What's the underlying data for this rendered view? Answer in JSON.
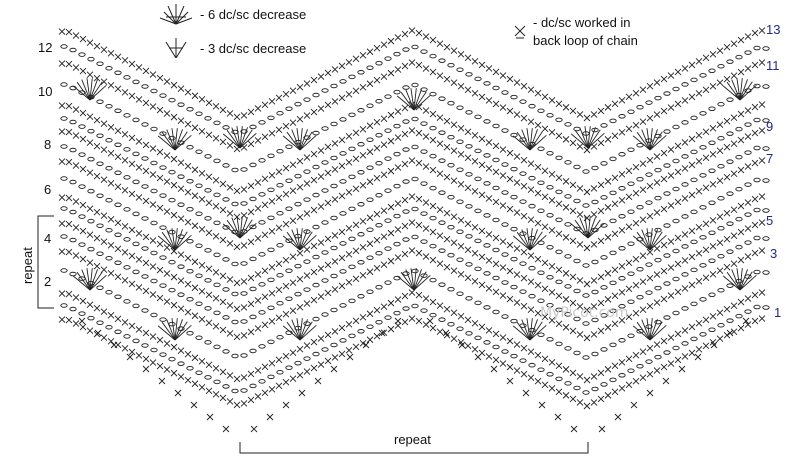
{
  "legend": {
    "dec6_label": "- 6 dc/sc decrease",
    "dec3_label": "- 3 dc/sc decrease",
    "back_loop_label_line1": "- dc/sc worked in",
    "back_loop_label_line2": "back loop of chain"
  },
  "rows_left": [
    "12",
    "10",
    "8",
    "6",
    "4",
    "2"
  ],
  "rows_right": [
    "13",
    "11",
    "9",
    "7",
    "5",
    "3",
    "1"
  ],
  "repeat_vertical_label": "repeat",
  "repeat_horizontal_label": "repeat",
  "watermark": "MyPicot.com",
  "colors": {
    "ink": "#222222",
    "right_numbers": "#1f2a8a",
    "watermark": "#c8c8c8"
  }
}
